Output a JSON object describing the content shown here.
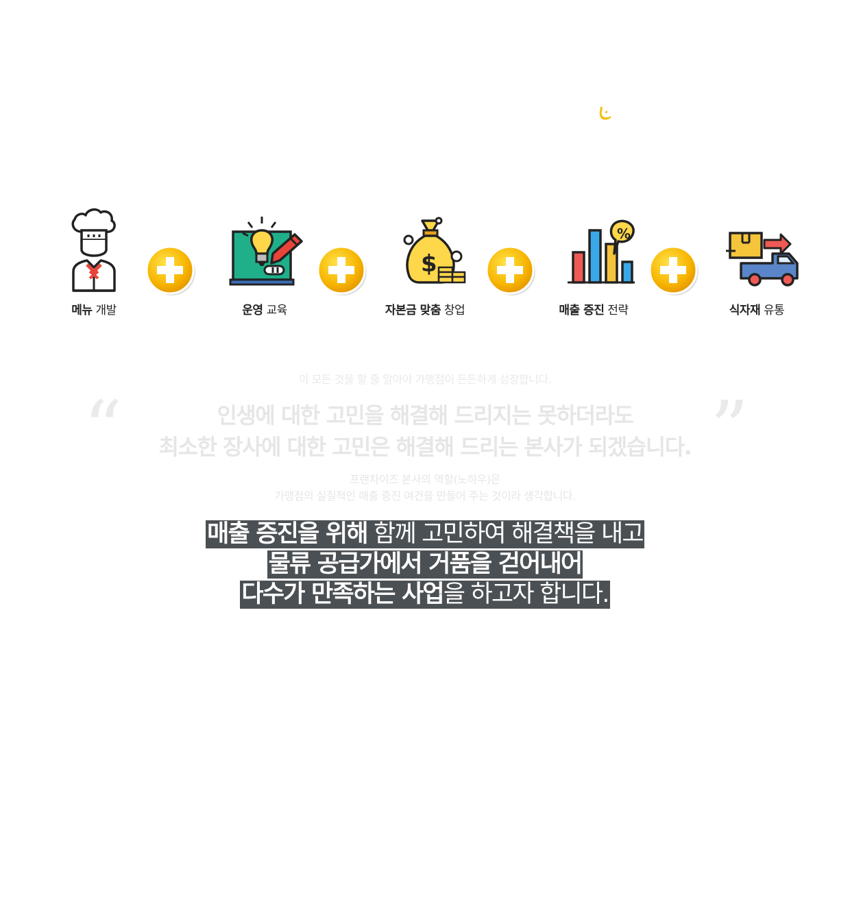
{
  "features": [
    {
      "bold": "메뉴",
      "rest": " 개발",
      "icon": "chef-icon"
    },
    {
      "bold": "운영",
      "rest": " 교육",
      "icon": "lightbulb-board-icon"
    },
    {
      "bold": "자본금 맞춤",
      "rest": " 창업",
      "icon": "money-bag-icon"
    },
    {
      "bold": "매출 증진",
      "rest": " 전략",
      "icon": "bar-chart-percent-icon"
    },
    {
      "bold": "식자재",
      "rest": " 유통",
      "icon": "delivery-truck-icon"
    }
  ],
  "plus_icon": "plus-circle-icon",
  "colors": {
    "accent_yellow": "#f7b500",
    "highlight_bg": "#4b5054",
    "faded_text": "#e6e6e6"
  },
  "faded_top": "이 모든 것을 할 줄 알아야 가맹점이 든든하게 성장합니다.",
  "quote": {
    "open": "“",
    "close": "”",
    "line1": "인생에 대한 고민을 해결해 드리지는 못하더라도",
    "line2": "최소한 장사에 대한 고민은 해결해 드리는 본사가 되겠습니다."
  },
  "faded_sub": {
    "line1": "프랜차이즈 본사의 역할(노하우)은",
    "line2": "가맹점의 실질적인 매출 증진 여건을 만들어 주는 것이라 생각합니다."
  },
  "highlight": {
    "line1_bold": "매출 증진을 위해",
    "line1_rest": " 함께 고민하여 해결책을 내고",
    "line2_bold": "물류 공급가에서 거품을 걷어내어",
    "line3_bold": "다수가 만족하는 사업",
    "line3_rest": "을 하고자 합니다."
  }
}
